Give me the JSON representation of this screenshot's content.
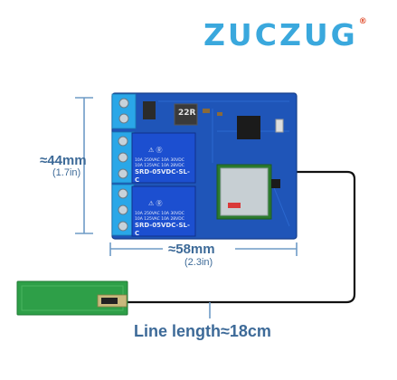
{
  "brand": {
    "logo_text": "ZUCZUG",
    "registered_mark": "®",
    "logo_color": "#3aa8dd",
    "reg_color": "#e04b2a"
  },
  "dimensions": {
    "height_label": "≈44mm",
    "height_inch": "(1.7in)",
    "width_label": "≈58mm",
    "width_inch": "(2.3in)",
    "text_color": "#3d6a98",
    "line_color": "#6e9bc6"
  },
  "cable": {
    "caption": "Line length≈18cm",
    "caption_color": "#3d6a98"
  },
  "board": {
    "relay_top_text": [
      "10A 250VAC",
      "10A 125VAC",
      "10A 30VDC",
      "10A 28VDC"
    ],
    "relay_model": "SRD-05VDC-SL-C",
    "chip_label": "22R",
    "pcb_color": "#1f55b8",
    "relay_color": "#1c4fd0",
    "terminal_color": "#2aa7e8"
  }
}
